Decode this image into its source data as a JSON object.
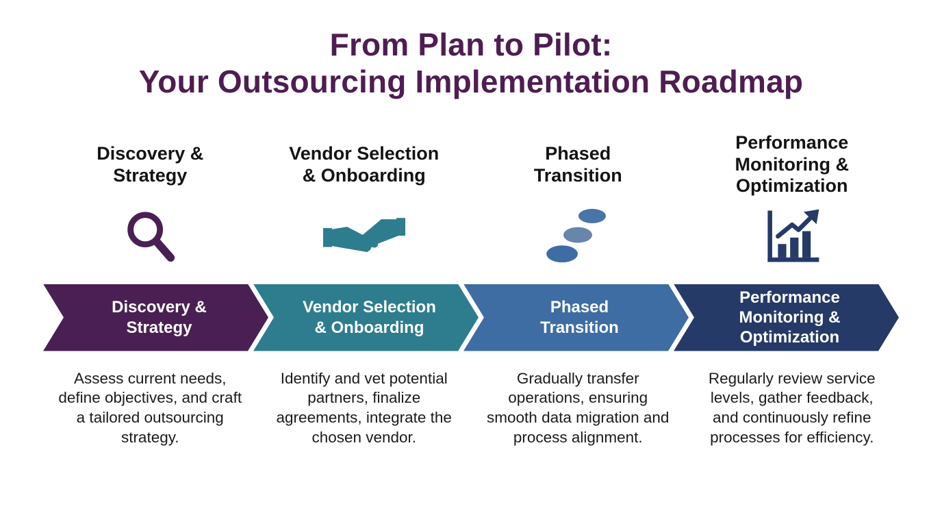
{
  "title": {
    "text": "From Plan to Pilot:\nYour Outsourcing Implementation Roadmap"
  },
  "colors": {
    "title": "#4e1d52",
    "header_text": "#141414",
    "banner_text": "#ffffff",
    "description_text": "#1b1b1b",
    "phase1": "#4a2054",
    "phase2": "#2e7d8e",
    "phase3": "#3e6da3",
    "phase4": "#263a68"
  },
  "phases": [
    {
      "header": "Discovery &\nStrategy",
      "icon": "magnifier-icon",
      "banner": "Discovery &\nStrategy",
      "color": "#4a2054",
      "description": "Assess current needs, define objectives, and craft a tailored outsourcing strategy."
    },
    {
      "header": "Vendor Selection\n& Onboarding",
      "icon": "handshake-icon",
      "banner": "Vendor Selection\n& Onboarding",
      "color": "#2e7d8e",
      "description": "Identify and vet potential partners, finalize agreements, integrate the chosen vendor."
    },
    {
      "header": "Phased\nTransition",
      "icon": "steps-icon",
      "banner": "Phased\nTransition",
      "color": "#3e6da3",
      "description": "Gradually transfer operations, ensuring smooth data migration and process alignment."
    },
    {
      "header": "Performance\nMonitoring &\nOptimization",
      "icon": "growth-chart-icon",
      "banner": "Performance\nMonitoring &\nOptimization",
      "color": "#263a68",
      "description": "Regularly review service levels, gather feedback, and continuously refine processes for efficiency."
    }
  ]
}
